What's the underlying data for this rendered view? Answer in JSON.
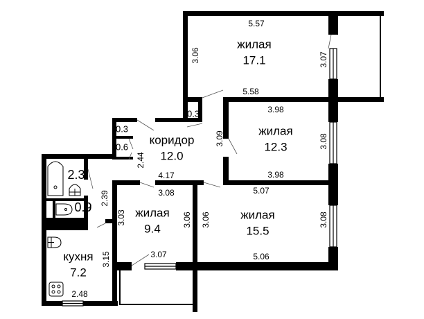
{
  "plan": {
    "colors": {
      "wall": "#000000",
      "background": "#ffffff",
      "line": "#555555"
    },
    "rooms": [
      {
        "id": "living-1",
        "name": "жилая",
        "area": "17.1"
      },
      {
        "id": "living-2",
        "name": "жилая",
        "area": "12.3"
      },
      {
        "id": "corridor",
        "name": "коридор",
        "area": "12.0"
      },
      {
        "id": "living-3",
        "name": "жилая",
        "area": "9.4"
      },
      {
        "id": "living-4",
        "name": "жилая",
        "area": "15.5"
      },
      {
        "id": "kitchen",
        "name": "кухня",
        "area": "7.2"
      },
      {
        "id": "bathroom",
        "name": "",
        "area": "2.3"
      },
      {
        "id": "toilet",
        "name": "",
        "area": "0.9"
      },
      {
        "id": "closet-1",
        "name": "",
        "area": "0.3"
      },
      {
        "id": "closet-2",
        "name": "",
        "area": "0.3"
      },
      {
        "id": "closet-3",
        "name": "",
        "area": "0.6"
      }
    ],
    "dimensions": {
      "living1_top": "5.57",
      "living1_left": "3.06",
      "living1_right": "3.07",
      "living1_bottom": "5.58",
      "living2_top": "3.98",
      "living2_bottom": "3.98",
      "living2_right": "3.08",
      "living2_left": "3.09",
      "corridor_left": "2.44",
      "corridor_bottom": "4.17",
      "living3_top": "3.08",
      "living3_left": "3.03",
      "living3_right": "3.06",
      "living3_bottom": "3.07",
      "living4_top": "5.07",
      "living4_left": "3.06",
      "living4_right": "3.08",
      "living4_bottom": "5.06",
      "bath_right": "2.39",
      "kitchen_right": "3.15",
      "kitchen_bottom": "2.48"
    },
    "icons": [
      "bathtub-icon",
      "sink-icon",
      "toilet-icon",
      "kitchen-sink-icon",
      "stove-icon"
    ]
  }
}
